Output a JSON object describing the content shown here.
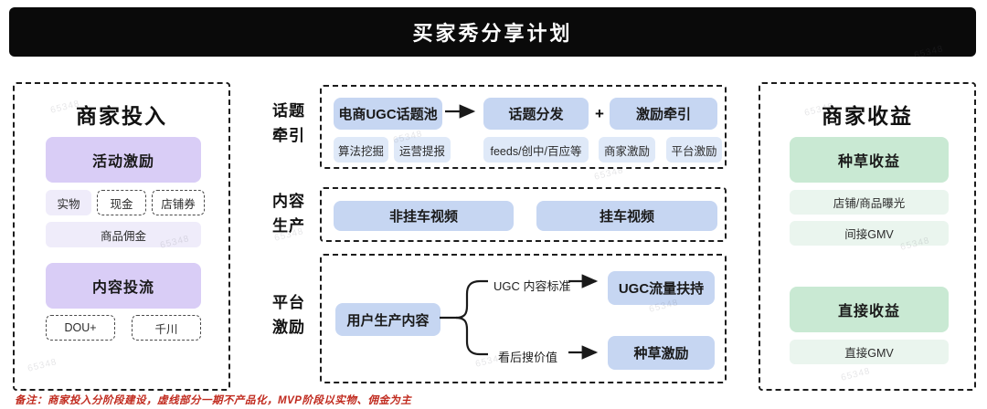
{
  "title": "买家秀分享计划",
  "note": "备注：商家投入分阶段建设，虚线部分一期不产品化，MVP阶段以实物、佣金为主",
  "watermark": {
    "text": "65348"
  },
  "colors": {
    "banner_bg": "#0a0a0a",
    "purple": "#d9cdf6",
    "purple_light": "#efecfa",
    "blue": "#c6d6f2",
    "blue_light": "#dfe9f8",
    "green": "#c9e9d3",
    "green_light": "#eaf5ee",
    "note_red": "#c02a1e"
  },
  "left_panel": {
    "title": "商家投入",
    "activity_incentive": "活动激励",
    "activity_items": [
      "实物",
      "现金",
      "店铺券"
    ],
    "commission": "商品佣金",
    "content_invest": "内容投流",
    "invest_channels": [
      "DOU+",
      "千川"
    ]
  },
  "topic_section": {
    "label_lines": [
      "话题",
      "牵引"
    ],
    "pool": "电商UGC话题池",
    "pool_subs": [
      "算法挖掘",
      "运营提报"
    ],
    "distribution": "话题分发",
    "distribution_sub": "feeds/创中/百应等",
    "plus": "+",
    "incentive": "激励牵引",
    "incentive_subs": [
      "商家激励",
      "平台激励"
    ]
  },
  "content_section": {
    "label_lines": [
      "内容",
      "生产"
    ],
    "videos": [
      "非挂车视频",
      "挂车视频"
    ]
  },
  "platform_section": {
    "label_lines": [
      "平台",
      "激励"
    ],
    "source": "用户生产内容",
    "branches": [
      {
        "condition": "UGC 内容标准",
        "result": "UGC流量扶持"
      },
      {
        "condition": "看后搜价值",
        "result": "种草激励"
      }
    ]
  },
  "right_panel": {
    "title": "商家收益",
    "seeding_revenue": "种草收益",
    "seeding_items": [
      "店铺/商品曝光",
      "间接GMV"
    ],
    "direct_revenue": "直接收益",
    "direct_items": [
      "直接GMV"
    ]
  }
}
